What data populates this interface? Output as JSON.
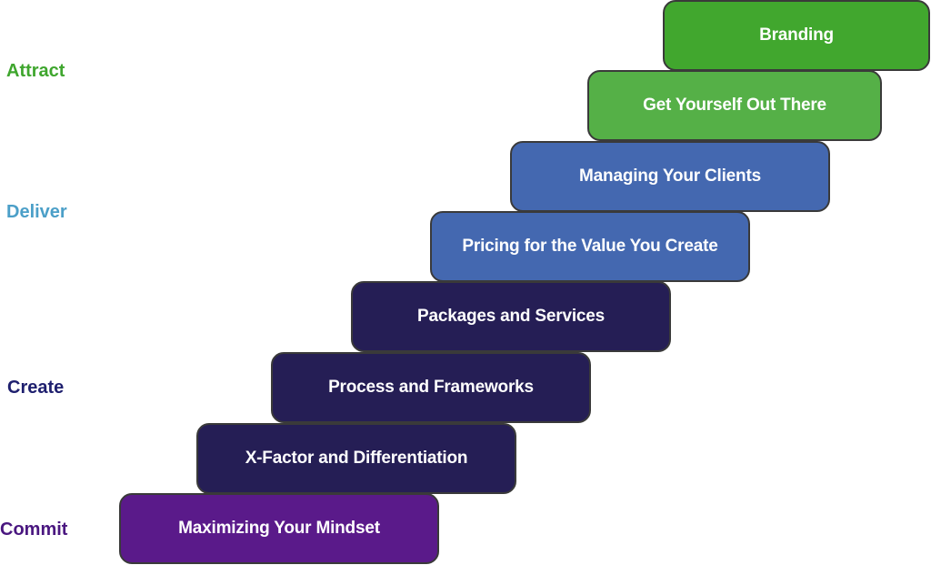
{
  "colors": {
    "attract": "#3fa62e",
    "deliver": "#4b9fc8",
    "create": "#1e1f6e",
    "commit": "#4a1780"
  },
  "stages": {
    "attract": "Attract",
    "deliver": "Deliver",
    "create": "Create",
    "commit": "Commit"
  },
  "steps": [
    {
      "label": "Branding",
      "color": "#41a72e"
    },
    {
      "label": "Get Yourself Out There",
      "color": "#55b047"
    },
    {
      "label": "Managing Your Clients",
      "color": "#4468b0"
    },
    {
      "label": "Pricing for the Value You Create",
      "color": "#4468b0"
    },
    {
      "label": "Packages and Services",
      "color": "#251e55"
    },
    {
      "label": "Process and Frameworks",
      "color": "#251e55"
    },
    {
      "label": "X-Factor and Differentiation",
      "color": "#251e55"
    },
    {
      "label": "Maximizing Your Mindset",
      "color": "#5a1a8a"
    }
  ]
}
